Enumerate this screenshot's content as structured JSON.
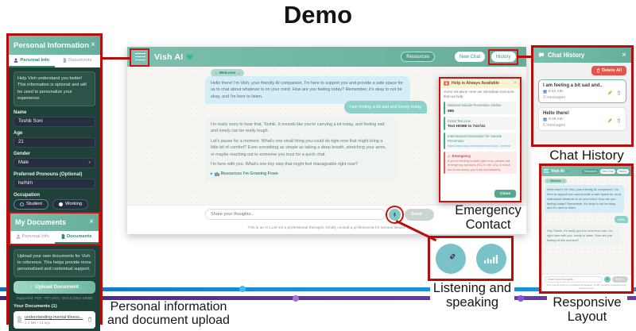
{
  "slide": {
    "title": "Demo"
  },
  "annotations": {
    "personal_caption": "Personal information and document upload",
    "history_caption": "Chat History",
    "emergency_caption": "Emergency Contact",
    "listening_caption": "Listening and speaking",
    "responsive_caption": "Responsive Layout"
  },
  "icons": {
    "close": "×",
    "dropdown": "▾",
    "upload": "↑",
    "sparkle": "★",
    "warning": "⚠",
    "caret": "▸"
  },
  "colors": {
    "annotation_red": "#b70d0d",
    "teal_header": "#6fb3a2",
    "panel_dark_green": "#20413a",
    "ai_bubble_blue": "#d4edf6",
    "user_bubble_teal": "#8ed1c8",
    "ribbon_blue": "#1d8fd8",
    "ribbon_purple": "#5f35a4"
  },
  "personal_panel": {
    "title": "Personal Information",
    "tabs": [
      {
        "label": "Personal Info"
      },
      {
        "label": "Documents"
      }
    ],
    "info_text": "Help Vish understand you better! This information is optional and will be used to personalize your experience.",
    "fields": [
      {
        "label": "Name",
        "value": "Toshik Soni"
      },
      {
        "label": "Age",
        "value": "21"
      },
      {
        "label": "Gender",
        "value": "Male"
      },
      {
        "label": "Preferred Pronouns (Optional)",
        "value": "he/him"
      }
    ],
    "occupation_label": "Occupation",
    "occupation_options": [
      {
        "label": "Student"
      },
      {
        "label": "Working"
      }
    ]
  },
  "documents_panel": {
    "title": "My Documents",
    "tabs": [
      {
        "label": "Personal Info"
      },
      {
        "label": "Documents"
      }
    ],
    "info_text": "Upload your own documents for Vish to reference. This helps provide more personalized and contextual support.",
    "upload_label": "Upload Document",
    "supported": "Supported: PDF, TXT, DOC, DOCX (Max 10MB)",
    "your_documents": "Your Documents (1)",
    "document": {
      "name": "understanding-mental-illness...",
      "meta": "1.4 MB • 1d ago"
    }
  },
  "main_app": {
    "brand": "Vish AI",
    "nav": [
      {
        "label": "Resources"
      },
      {
        "label": "New Chat"
      },
      {
        "label": "History"
      }
    ],
    "welcome_badge": "Welcome",
    "ai_message_1": "Hello there! I'm Vish, your friendly AI companion. I'm here to support you and provide a safe space for us to chat about whatever is on your mind. How are you feeling today? Remember, it's okay to not be okay, and I'm here to listen.",
    "user_message_1": "I am feeling a bit sad and lonely today.",
    "ai_message_2_p1": "I'm really sorry to hear that, Toshik. It sounds like you're carrying a lot today, and feeling sad and lonely can be really tough.",
    "ai_message_2_p2": "Let's pause for a moment. What's one small thing you could do right now that might bring a little bit of comfort? Even something as simple as taking a deep breath, stretching your arms, or maybe reaching out to someone you trust for a quick chat.",
    "ai_message_2_p3": "I'm here with you. What's one tiny step that might feel manageable right now?",
    "resources_link": "Resources I'm Growing From",
    "input_placeholder": "Share your thoughts..",
    "send_label": "Send →",
    "disclaimer": "This is an AI LLM not a professional therapist. Kindly consult a professional for serious issues."
  },
  "help_popup": {
    "title": "Help is Always Available",
    "intro": "You're not alone. Here are immediate resources that can help:",
    "resources": [
      {
        "name": "National Suicide Prevention Lifeline",
        "value": "988"
      },
      {
        "name": "Crisis Text Line",
        "value": "Text HOME to 741741"
      },
      {
        "name": "International Association for Suicide Prevention",
        "url": "https://www.iasp.info/resources/Crisis_Centres/"
      }
    ],
    "emergency_title": "Emergency",
    "emergency_text": "If you're feeling unsafe right now, please call emergency services (911 in the US) or reach out to someone you trust immediately.",
    "close_label": "Close"
  },
  "chat_history": {
    "title": "Chat History",
    "delete_all": "Delete All",
    "items": [
      {
        "title": "I am feeling a bit sad and..",
        "time": "8:42 AM",
        "count": "3 messages"
      },
      {
        "title": "Hello there!",
        "time": "8:39 AM",
        "count": "5 messages"
      }
    ]
  },
  "mobile": {
    "brand": "Vish AI",
    "nav": [
      {
        "label": "Resources"
      },
      {
        "label": "New Chat"
      },
      {
        "label": "History"
      }
    ],
    "welcome_badge": "Welcome",
    "ai_message_1": "Hello there! I'm Vish, your friendly AI companion. I'm here to support you and provide a safe space for us to chat about whatever is on your mind. How are you feeling today? Remember, it's okay to not be okay, and I'm here to listen.",
    "user_message_1": "Hello",
    "ai_message_2": "Hey Toshik, it's really good to hear from you. I'm right here with you, ready to listen. How are you feeling at this moment?",
    "input_placeholder": "Share your thoughts...",
    "send_label": "Send →",
    "disclaimer": "This is an AI LLM not a professional therapist. Kindly consult a professional for serious issues."
  }
}
